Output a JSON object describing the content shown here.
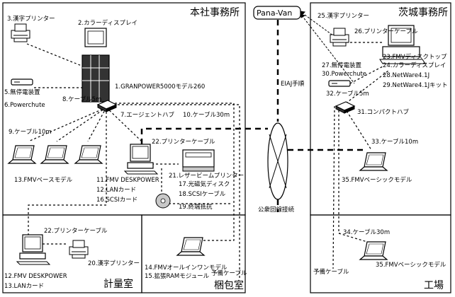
{
  "rooms": {
    "honsha": "本社事務所",
    "ibaraki": "茨城事務所",
    "keiryo": "計量室",
    "konpo": "梱包室",
    "kojo": "工場"
  },
  "network": {
    "pana_van": "Pana-Van",
    "eiaj": "EIAJ手順",
    "public_line": "公衆回線接続"
  },
  "labels": {
    "l3": "3.漢字プリンター",
    "l2": "2.カラーディスプレイ",
    "l1": "1.GRANPOWER5000モデル260",
    "l5": "5.無停電装置",
    "l6": "6.Powerchute",
    "l8": "8.ケーブル5m",
    "l7": "7.エージェントハブ",
    "l10": "10.ケーブル30m",
    "l9": "9.ケーブル10m",
    "l22a": "22.プリンターケーブル",
    "l13": "13.FMVベースモデル",
    "l11": "11.FMV DESKPOWER",
    "l12a": "12.LANカード",
    "l16": "16.SCSIカード",
    "l21": "21.レザービームプリンター",
    "l17": "17.光磁気ディスク",
    "l18": "18.SCSIケーブル",
    "l19": "19.終端抵抗",
    "l22b": "22.プリンターケーブル",
    "l12b": "12.FMV DESKPOWER",
    "l13b": "13.LANカード",
    "l20": "20.漢字プリンター",
    "l14": "14.FMVオールインワンモデル",
    "l15": "15.拡張RAMモジュール",
    "l_yobi1": "予備ケーブル",
    "l25": "25.漢字プリンター",
    "l26": "26.プリンターケーブル",
    "l23": "23.FMVディスクトップ",
    "l24": "24.カラーディスプレイ",
    "l27": "27.無停電装置",
    "l30": "30.Powerchute",
    "l28": "28.NetWare4.1J",
    "l29": "29.NetWare4.1Jキット",
    "l32": "32.ケーブル5m",
    "l31": "31.コンパクトハブ",
    "l33": "33.ケーブル10m",
    "l35a": "35.FMVベーシックモデル",
    "l34": "34.ケーブル30m",
    "l_yobi2": "予備ケーブル",
    "l35b": "35.FMVベーシックモデル"
  },
  "colors": {
    "line": "#000000",
    "fill_light": "#ffffff",
    "fill_gray": "#c8c8c8",
    "fill_dark": "#333333"
  }
}
